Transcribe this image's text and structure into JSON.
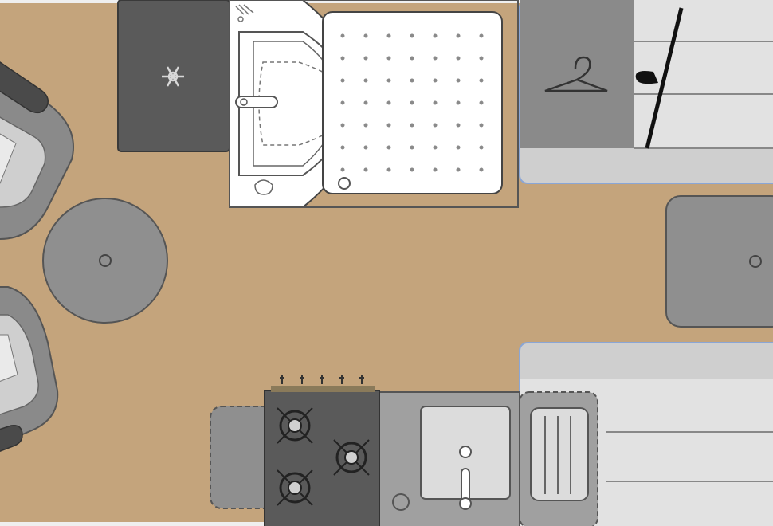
{
  "plan": {
    "fixtures": [
      {
        "id": "fridge",
        "label": "",
        "icon": "snowflake-icon"
      },
      {
        "id": "washbasin",
        "label": ""
      },
      {
        "id": "shower-tray",
        "label": ""
      },
      {
        "id": "wardrobe",
        "label": "",
        "icon": "hanger-icon"
      },
      {
        "id": "round-table",
        "label": ""
      },
      {
        "id": "armchair-top",
        "label": ""
      },
      {
        "id": "armchair-bottom",
        "label": ""
      },
      {
        "id": "side-table",
        "label": ""
      },
      {
        "id": "bed-top",
        "label": ""
      },
      {
        "id": "bed-bottom",
        "label": ""
      },
      {
        "id": "hob",
        "label": "",
        "burners": 3,
        "knobs": 5
      },
      {
        "id": "kitchen-sink",
        "label": ""
      },
      {
        "id": "drainer",
        "label": ""
      }
    ]
  },
  "colors": {
    "floor": "#c4a47c",
    "cabinet_dark": "#5a5a5a",
    "cabinet_mid": "#8a8a8a",
    "counter": "#a0a0a0",
    "bed": "#e2e2e2",
    "bed_edge": "#8aa6d6",
    "ceramic": "#ffffff",
    "table": "#8f8f8f"
  }
}
